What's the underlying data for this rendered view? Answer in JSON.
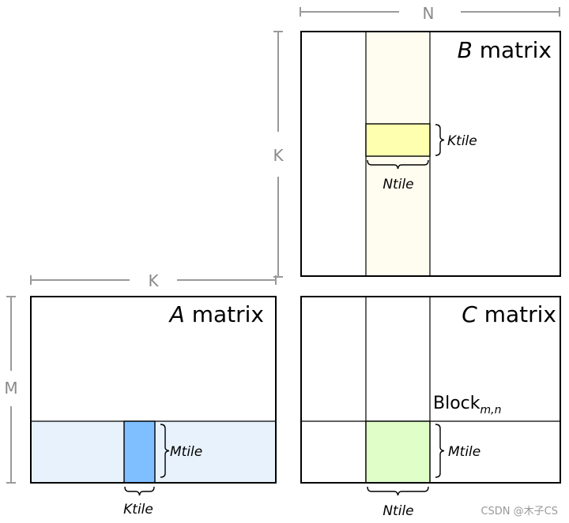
{
  "dimensions": {
    "n_top": "N",
    "k_side": "K",
    "k_bottom": "K",
    "m_side": "M"
  },
  "matrices": {
    "b": {
      "title_var": "B",
      "title_word": "matrix",
      "ktile_label": "Ktile",
      "ntile_label": "Ntile"
    },
    "a": {
      "title_var": "A",
      "title_word": "matrix",
      "mtile_label": "Mtile",
      "ktile_label": "Ktile"
    },
    "c": {
      "title_var": "C",
      "title_word": "matrix",
      "block_label": "Block",
      "block_subscript": "m,n",
      "mtile_label": "Mtile",
      "ntile_label": "Ntile"
    }
  },
  "colors": {
    "b_column_strip": "#fffdf0",
    "b_tile": "#ffffb0",
    "a_row_strip": "#e8f2fc",
    "a_tile": "#7fbfff",
    "c_tile": "#e0ffc8"
  },
  "watermark": "CSDN @木子CS"
}
